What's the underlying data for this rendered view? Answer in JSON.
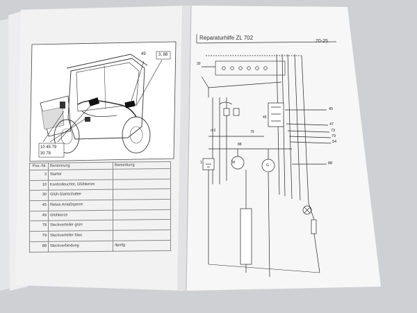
{
  "illustration": {
    "callout_left": "49",
    "callout_right": "3, 88",
    "callout_bottom_1": "10  45  79",
    "callout_bottom_2": "30  78"
  },
  "parts_table": {
    "headers": [
      "Pos.-Nr.",
      "Benennung",
      "Bemerkung"
    ],
    "rows": [
      {
        "pos": "3",
        "name": "Starter",
        "remark": ""
      },
      {
        "pos": "10",
        "name": "Kontrolleuchte, Glühkerze",
        "remark": ""
      },
      {
        "pos": "30",
        "name": "Glüh-Startschalter",
        "remark": ""
      },
      {
        "pos": "45",
        "name": "Relais Anlaßsperre",
        "remark": ""
      },
      {
        "pos": "49",
        "name": "Glühkerze",
        "remark": ""
      },
      {
        "pos": "78",
        "name": "Steckverteiler grün",
        "remark": ""
      },
      {
        "pos": "79",
        "name": "Steckverteiler blau",
        "remark": ""
      },
      {
        "pos": "88",
        "name": "Steckverbindung",
        "remark": "4polig"
      }
    ]
  },
  "header": {
    "title": "Reparaturhilfe ZL 702",
    "page_number": "70-25"
  },
  "schematic": {
    "left_labels": [
      "30",
      "rt 6",
      "88",
      "79",
      "45",
      "M",
      "G",
      "1"
    ],
    "right_terminals": [
      "45",
      "47",
      "73",
      "79",
      "54",
      "88"
    ]
  }
}
